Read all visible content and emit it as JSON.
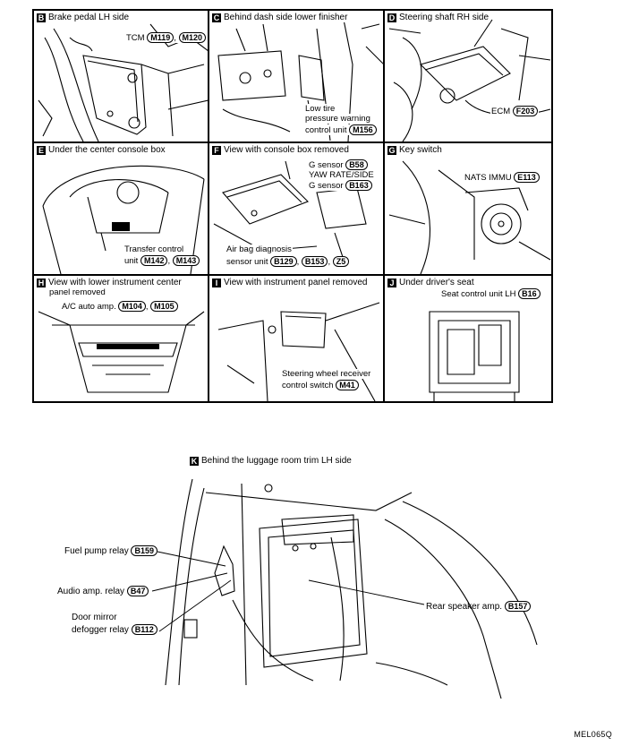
{
  "panels": {
    "B": {
      "letter": "B",
      "title": "Brake pedal LH side",
      "tcm": "TCM",
      "c1": "M119",
      "c2": "M120",
      "sep": ","
    },
    "C": {
      "letter": "C",
      "title": "Behind dash side lower finisher",
      "l1": "Low tire",
      "l2": "pressure warning",
      "l3": "control unit",
      "c1": "M156"
    },
    "D": {
      "letter": "D",
      "title": "Steering shaft RH side",
      "ecm": "ECM",
      "c1": "F203"
    },
    "E": {
      "letter": "E",
      "title": "Under the center console box",
      "l1": "Transfer control",
      "l2": "unit",
      "c1": "M142",
      "c2": "M143",
      "sep": ","
    },
    "F": {
      "letter": "F",
      "title": "View with console box removed",
      "g1": "G sensor",
      "c1": "B58",
      "yaw1": "YAW RATE/SIDE",
      "g2": "G sensor",
      "c2": "B163",
      "a1": "Air bag diagnosis",
      "a2": "sensor unit",
      "c3": "B129",
      "c4": "B153",
      "c5": "Z5",
      "sep": ","
    },
    "G": {
      "letter": "G",
      "title": "Key switch",
      "nats": "NATS IMMU",
      "c1": "E113"
    },
    "H": {
      "letter": "H",
      "title": "View with lower instrument center",
      "t2": "panel removed",
      "ac": "A/C auto amp.",
      "c1": "M104",
      "c2": "M105",
      "sep": ","
    },
    "I": {
      "letter": "I",
      "title": "View with instrument panel removed",
      "s1": "Steering wheel receiver",
      "s2": "control switch",
      "c1": "M41"
    },
    "J": {
      "letter": "J",
      "title": "Under driver's seat",
      "s1": "Seat control unit LH",
      "c1": "B16"
    }
  },
  "K": {
    "letter": "K",
    "title": "Behind the luggage room trim LH side",
    "fuel": "Fuel pump relay",
    "fuel_c": "B159",
    "audio": "Audio amp. relay",
    "audio_c": "B47",
    "door1": "Door mirror",
    "door2": "defogger relay",
    "door_c": "B112",
    "rear": "Rear speaker amp.",
    "rear_c": "B157"
  },
  "figure_code": "MEL065Q"
}
